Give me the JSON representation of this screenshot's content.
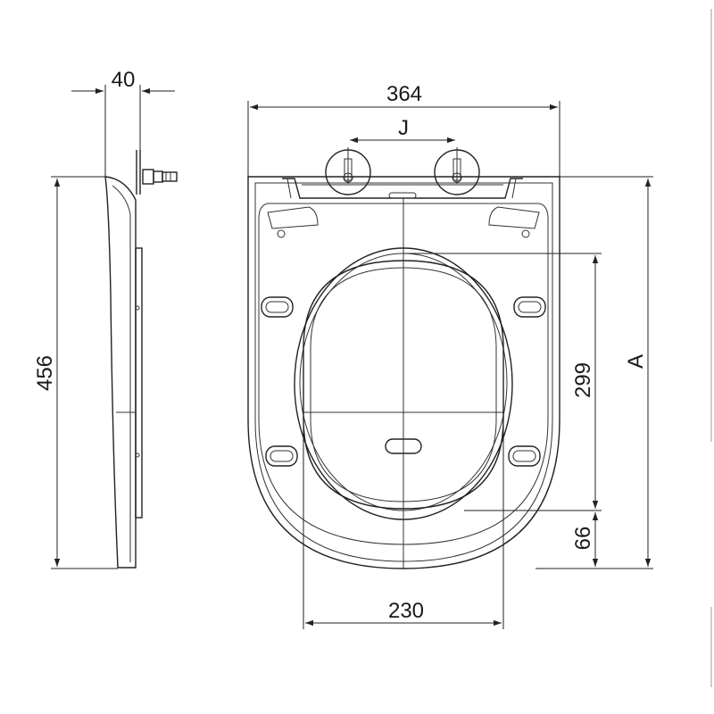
{
  "drawing": {
    "dimensions": {
      "hinge_depth": "40",
      "overall_width": "364",
      "hinge_spacing": "J",
      "overall_length": "456",
      "opening_length": "299",
      "front_rim": "66",
      "fixing_to_front": "A",
      "opening_width": "230"
    }
  }
}
